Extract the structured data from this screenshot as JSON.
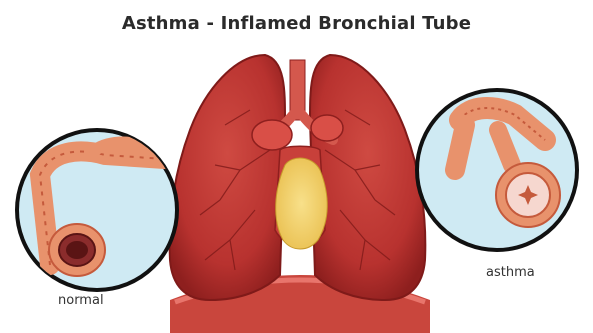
{
  "title": "Asthma - Inflamed Bronchial Tube",
  "labels": {
    "normal": "normal",
    "asthma": "asthma"
  },
  "colors": {
    "lung": "#b8322f",
    "lung_dark": "#8e1f1e",
    "heart": "#d94f47",
    "fat": "#f3d36b",
    "circle_bg": "#cfeaf3",
    "tube": "#e8926c",
    "tube_dark": "#c55a3c",
    "lumen_normal": "#8b2c2c",
    "lumen_asthma": "#f6d7cf"
  }
}
